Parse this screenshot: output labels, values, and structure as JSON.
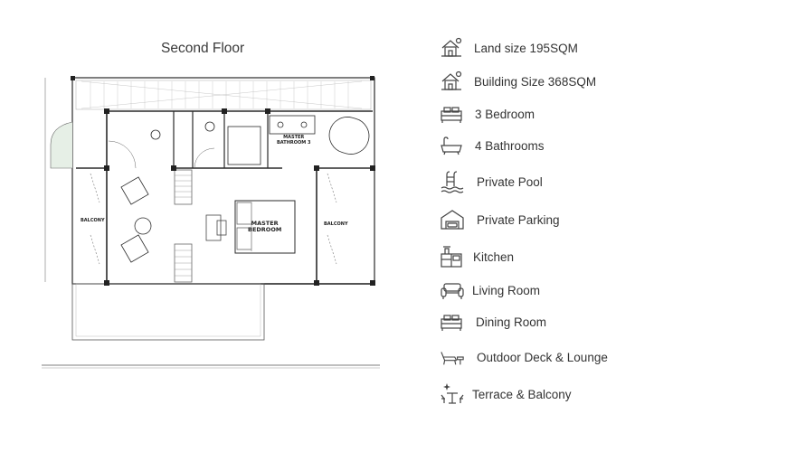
{
  "plan": {
    "title": "Second Floor",
    "rooms": {
      "master_bedroom": "MASTER\nBEDROOM",
      "master_bathroom": "MASTER\nBATHROOM 3",
      "balcony_left": "BALCONY",
      "balcony_right": "BALCONY"
    }
  },
  "features": [
    {
      "icon": "house-icon",
      "label": "Land size 195SQM"
    },
    {
      "icon": "house-icon",
      "label": "Building Size 368SQM"
    },
    {
      "icon": "bed-icon",
      "label": "3 Bedroom"
    },
    {
      "icon": "bathtub-icon",
      "label": "4 Bathrooms"
    },
    {
      "icon": "pool-ladder-icon",
      "label": "Private Pool"
    },
    {
      "icon": "garage-icon",
      "label": "Private Parking"
    },
    {
      "icon": "kitchen-icon",
      "label": "Kitchen"
    },
    {
      "icon": "sofa-icon",
      "label": "Living Room"
    },
    {
      "icon": "bed-icon",
      "label": "Dining Room"
    },
    {
      "icon": "lounge-chair-icon",
      "label": "Outdoor Deck & Lounge"
    },
    {
      "icon": "terrace-table-icon",
      "label": "Terrace & Balcony"
    }
  ]
}
